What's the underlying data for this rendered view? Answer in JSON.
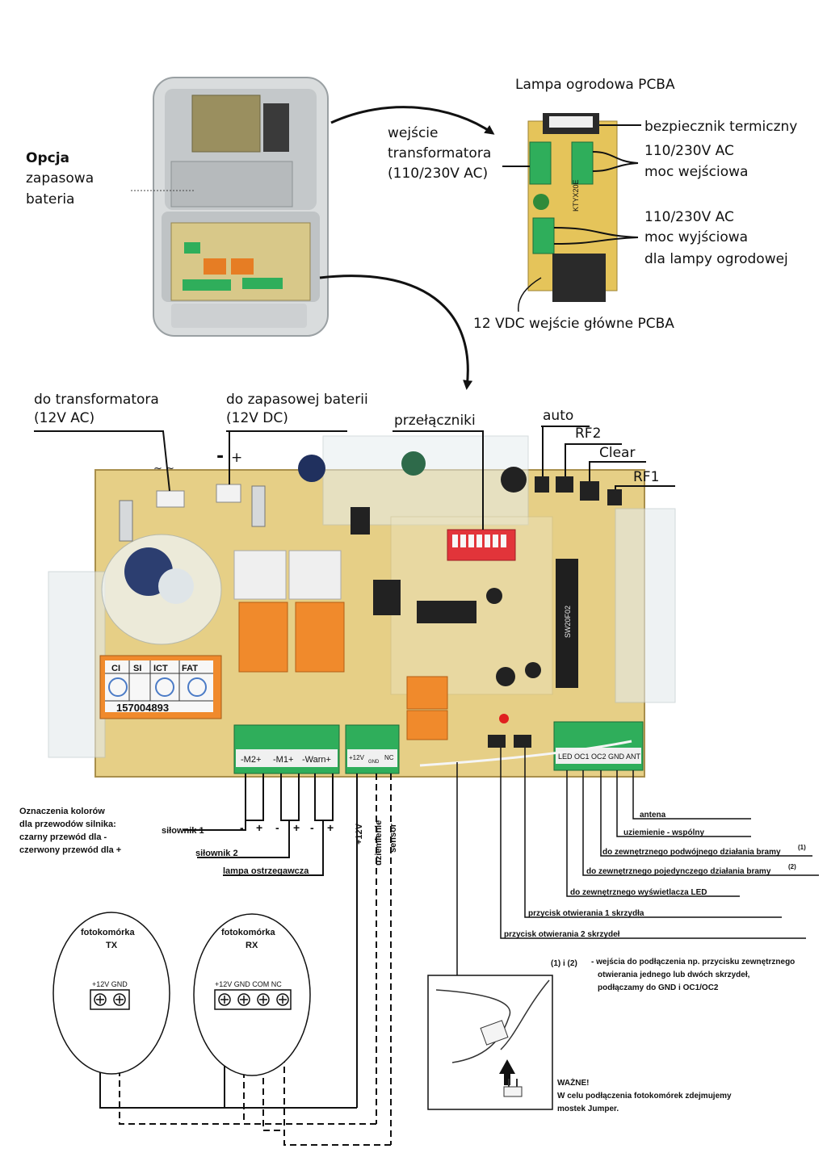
{
  "top": {
    "garden_lamp_title": "Lampa ogrodowa PCBA",
    "option_bold": "Opcja",
    "option_line1": "zapasowa",
    "option_line2": "bateria",
    "transformer_in_1": "wejście",
    "transformer_in_2": "transformatora",
    "transformer_in_3": "(110/230V AC)",
    "thermal_fuse": "bezpiecznik termiczny",
    "power_in_1": "110/230V AC",
    "power_in_2": "moc wejściowa",
    "power_out_1": "110/230V AC",
    "power_out_2": "moc wyjściowa",
    "power_out_3": "dla lampy ogrodowej",
    "vdc_main": "12 VDC wejście główne PCBA",
    "module_label": "KTYX20E"
  },
  "board": {
    "to_transformer_1": "do transformatora",
    "to_transformer_2": "(12V AC)",
    "to_battery_1": "do zapasowej baterii",
    "to_battery_2": "(12V DC)",
    "switches": "przełączniki",
    "auto": "auto",
    "rf2": "RF2",
    "clear": "Clear",
    "rf1": "RF1",
    "ac_symbol": "~ ~",
    "minus": "-",
    "plus": "+",
    "cert_ci": "CI",
    "cert_si": "SI",
    "cert_ict": "ICT",
    "cert_fat": "FAT",
    "cert_number": "157004893",
    "term_m2": "-M2+",
    "term_m1": "-M1+",
    "term_warn": "-Warn+",
    "term_12v": "+12V",
    "term_gnd": "GND",
    "term_nc": "NC",
    "term_right": "LED OC1 OC2 GND ANT",
    "chip_label": "SW20F02"
  },
  "legend": {
    "colors_1": "Oznaczenia kolorów",
    "colors_2": "dla przewodów silnika:",
    "colors_3": "czarny przewód dla -",
    "colors_4": "czerwony przewód dla +",
    "actuator1": "siłownik 1",
    "actuator2": "siłownik 2",
    "warning_lamp": "lampa ostrzegawcza",
    "v12": "+12V",
    "ground": "uziemienie",
    "sensor": "sensor",
    "antenna": "antena",
    "ground_common": "uziemienie - wspólny",
    "ext_double": "do zewnętrznego podwójnego działania bramy",
    "ext_double_sup": "(1)",
    "ext_single": "do zewnętrznego pojedynczego działania bramy",
    "ext_single_sup": "(2)",
    "ext_led": "do zewnętrznego wyświetlacza LED",
    "btn_one_leaf": "przycisk otwierania 1 skrzydła",
    "btn_two_leaf": "przycisk otwierania 2 skrzydeł",
    "note_ref": "(1) i (2)",
    "note_1": "- wejścia do podłączenia np. przycisku zewnętrznego",
    "note_2": "otwierania jednego lub dwóch skrzydeł,",
    "note_3": "podłączamy do GND i OC1/OC2",
    "important": "WAŻNE!",
    "important_1": "W celu podłączenia fotokomórek zdejmujemy",
    "important_2": "mostek Jumper."
  },
  "photocells": {
    "tx_1": "fotokomórka",
    "tx_2": "TX",
    "tx_pins": "+12V GND",
    "rx_1": "fotokomórka",
    "rx_2": "RX",
    "rx_pins": "+12V GND COM NC"
  },
  "colors": {
    "pcb": "#e6cf86",
    "green_terminal": "#2fae5b",
    "relay_orange": "#f08a2c",
    "dip_red": "#e2343a",
    "case_gray": "#cfd2d4"
  }
}
